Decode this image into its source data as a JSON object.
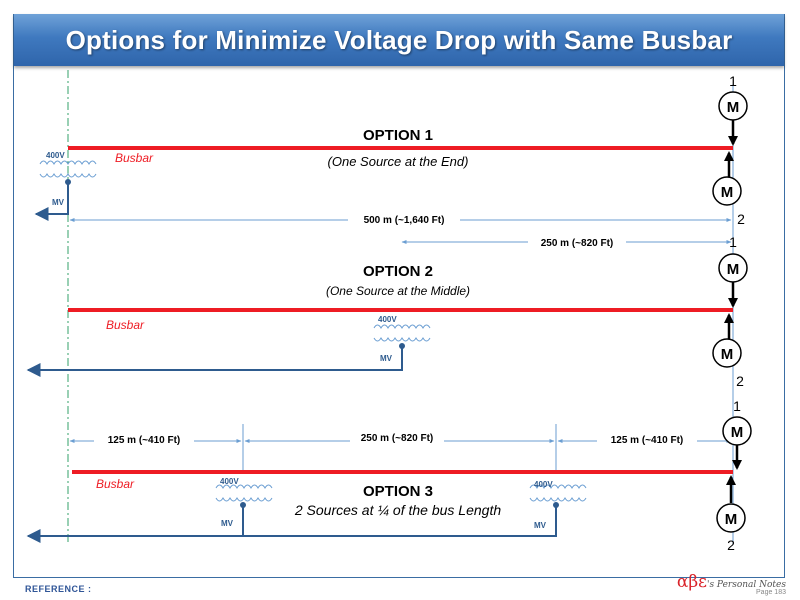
{
  "title": "Options for Minimize Voltage Drop with Same Busbar",
  "motor_label": "M",
  "busbar_label": "Busbar",
  "voltage_label": "400V",
  "mv_label": "MV",
  "option1": {
    "heading": "OPTION 1",
    "subtitle": "(One Source at the End)",
    "dim_full": "500 m (~1,640 Ft)",
    "dim_half": "250 m (~820 Ft)",
    "motor1_num": "1",
    "motor2_num": "2"
  },
  "option2": {
    "heading": "OPTION 2",
    "subtitle": "(One Source at the Middle)",
    "motor1_num": "1",
    "motor2_num": "2"
  },
  "option3": {
    "heading": "OPTION 3",
    "subtitle": "2 Sources at ¼ of the bus Length",
    "dim_left": "125 m (~410 Ft)",
    "dim_mid": "250 m (~820 Ft)",
    "dim_right": "125 m (~410 Ft)",
    "motor1_num": "1",
    "motor2_num": "2"
  },
  "footer": {
    "reference": "REFERENCE :",
    "brand_symbol": "αβε",
    "brand_text": "'s Personal Notes",
    "page": "Page 183"
  },
  "colors": {
    "busbar": "#ee1c24",
    "feeder": "#2e5b8e",
    "title_bar": "#3f79bf",
    "dimension": "#6b9ed2"
  }
}
